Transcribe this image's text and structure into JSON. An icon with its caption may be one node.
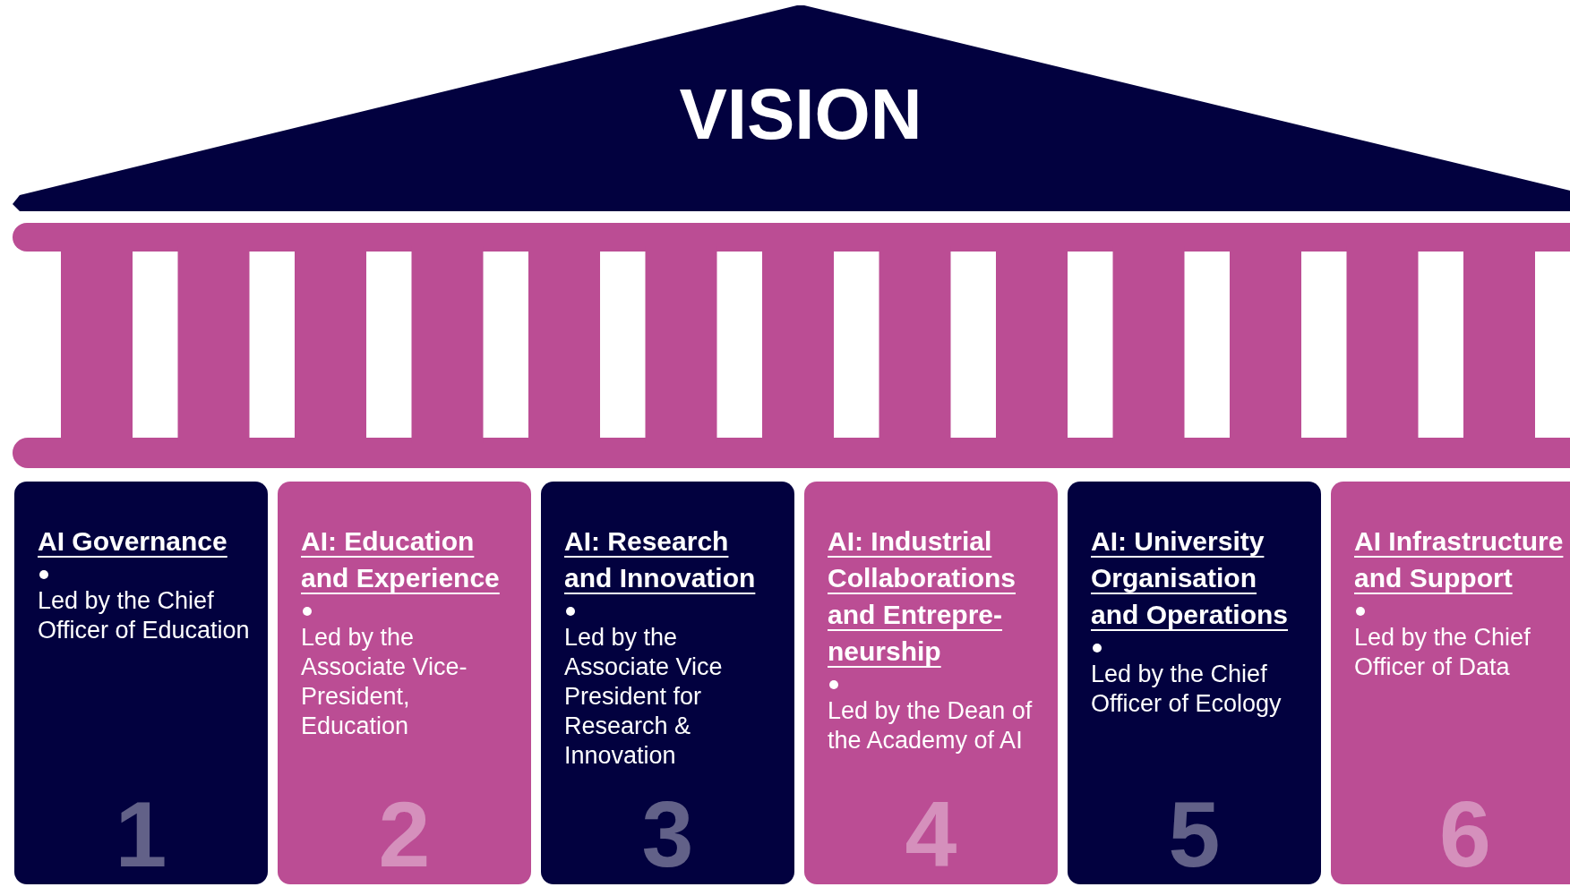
{
  "diagram": {
    "nodes": [
      {
        "text": [
          "VISION"
        ]
      },
      {
        "text": [
          "AI Governance",
          "Led by the Chief Officer of Education",
          "1"
        ]
      },
      {
        "text": [
          "AI: Education and Experience",
          "Led by the Associate Vice-President, Education",
          "2"
        ]
      },
      {
        "text": [
          "AI: Research and Innovation",
          "Led by the Associate Vice President for Research & Innovation",
          "3"
        ]
      },
      {
        "text": [
          "AI: Industrial Collaborations and Entrepre-neurship",
          "Led by the Dean of the Academy of AI",
          "4"
        ]
      },
      {
        "text": [
          "AI: University Organisation and Operations",
          "Led by the Chief Officer of Ecology",
          "5"
        ]
      },
      {
        "text": [
          "AI Infrastructure and Support",
          "Led by the Chief Officer of Data",
          "6"
        ]
      }
    ]
  }
}
